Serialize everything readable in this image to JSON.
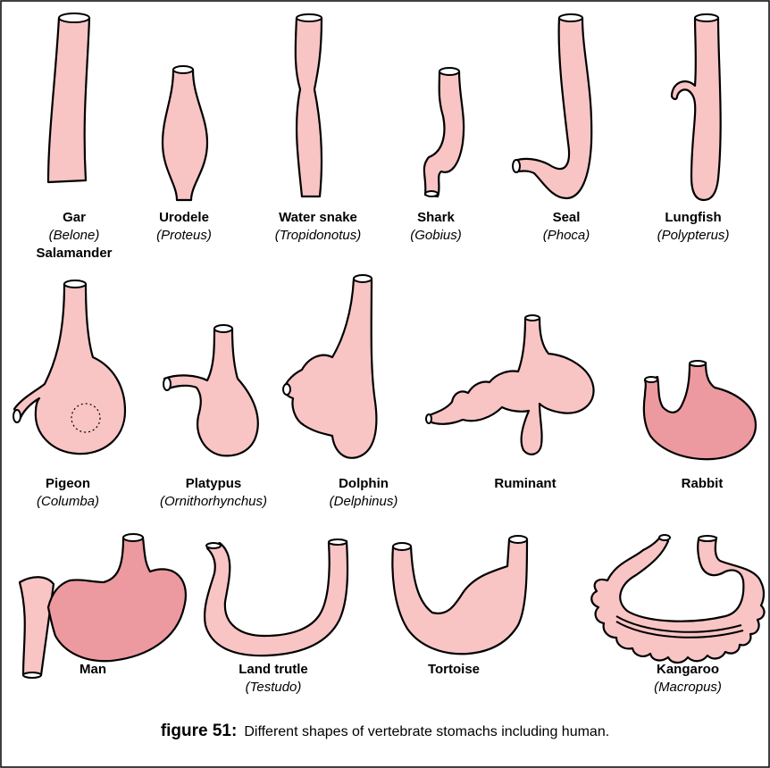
{
  "specimens": [
    {
      "name": "Gar",
      "scientific": "Belone",
      "extra": "Salamander"
    },
    {
      "name": "Urodele",
      "scientific": "Proteus"
    },
    {
      "name": "Water snake",
      "scientific": "Tropidonotus"
    },
    {
      "name": "Shark",
      "scientific": "Gobius"
    },
    {
      "name": "Seal",
      "scientific": "Phoca"
    },
    {
      "name": "Lungfish",
      "scientific": "Polypterus"
    },
    {
      "name": "Pigeon",
      "scientific": "Columba"
    },
    {
      "name": "Platypus",
      "scientific": "Ornithorhynchus"
    },
    {
      "name": "Dolphin",
      "scientific": "Delphinus"
    },
    {
      "name": "Ruminant"
    },
    {
      "name": "Rabbit"
    },
    {
      "name": "Man"
    },
    {
      "name": "Land trutle",
      "scientific": "Testudo"
    },
    {
      "name": "Tortoise"
    },
    {
      "name": "Kangaroo",
      "scientific": "Macropus"
    }
  ],
  "caption": {
    "figure_label": "figure 51:",
    "text": "Different shapes of vertebrate stomachs including human."
  },
  "colors": {
    "organ": "#f8c4c4",
    "organ_dark": "#ec9aa0",
    "outline": "#000000"
  }
}
